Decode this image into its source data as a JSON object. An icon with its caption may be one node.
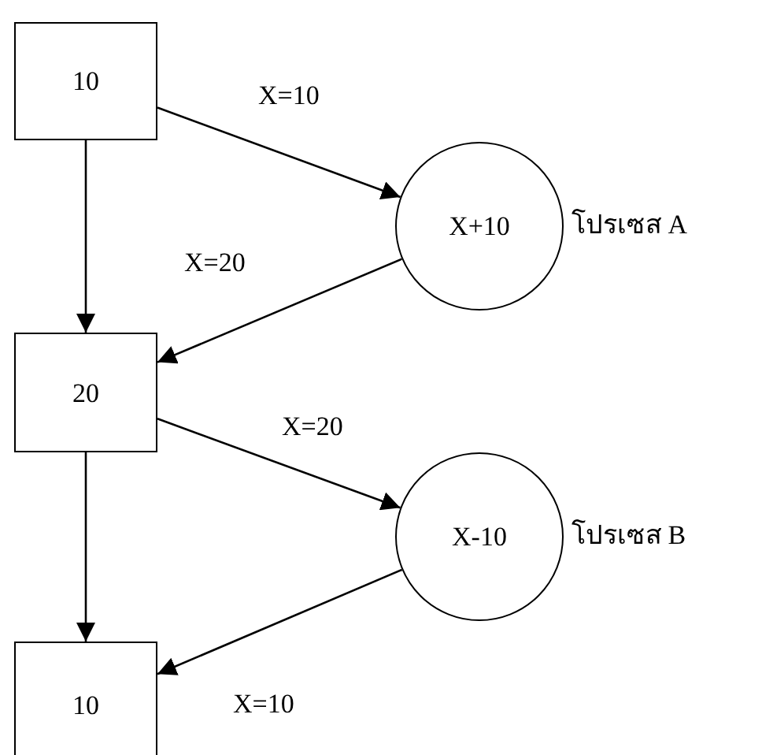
{
  "diagram": {
    "nodes": [
      {
        "text": [
          "10"
        ]
      },
      {
        "text": [
          "X+10"
        ],
        "beside": [
          "โปรเซส A"
        ]
      },
      {
        "text": [
          "20"
        ]
      },
      {
        "text": [
          "X-10"
        ],
        "beside": [
          "โปรเซส B"
        ]
      },
      {
        "text": [
          "10"
        ]
      }
    ],
    "edges": [
      {
        "from": 0,
        "to": 1,
        "arrow": "to",
        "label": "X=10"
      },
      {
        "from": 1,
        "to": 2,
        "arrow": "to",
        "label": "X=20"
      },
      {
        "from": 0,
        "to": 2,
        "arrow": "to"
      },
      {
        "from": 2,
        "to": 3,
        "arrow": "to",
        "label": "X=20"
      },
      {
        "from": 3,
        "to": 4,
        "arrow": "to",
        "label": "X=10"
      },
      {
        "from": 2,
        "to": 4,
        "arrow": "to"
      }
    ]
  }
}
